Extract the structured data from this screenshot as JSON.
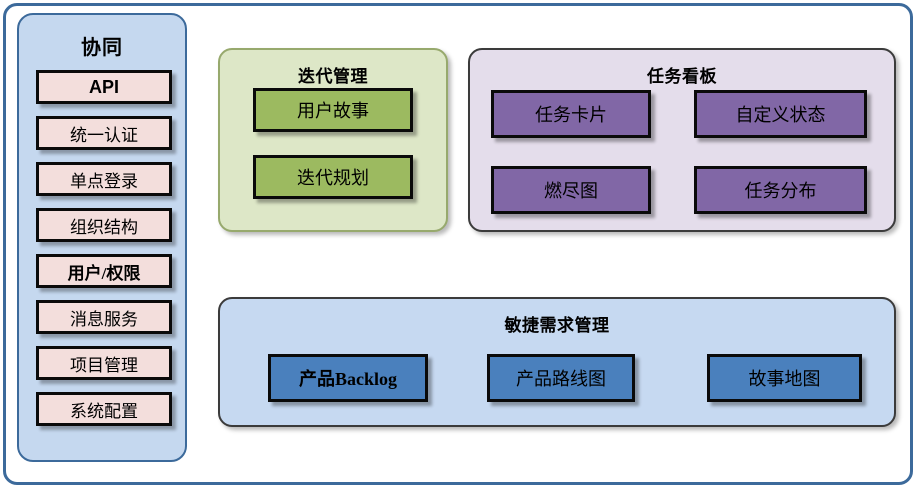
{
  "diagram": {
    "sidebar": {
      "title": "协同",
      "items": [
        {
          "label": "API",
          "style": "api"
        },
        {
          "label": "统一认证",
          "style": "serif"
        },
        {
          "label": "单点登录",
          "style": "serif"
        },
        {
          "label": "组织结构",
          "style": "serif"
        },
        {
          "label": "用户/权限",
          "style": "mixed"
        },
        {
          "label": "消息服务",
          "style": "serif"
        },
        {
          "label": "项目管理",
          "style": "serif"
        },
        {
          "label": "系统配置",
          "style": "serif"
        }
      ]
    },
    "panels": [
      {
        "id": "iteration-management",
        "title": "迭代管理",
        "fill": "#dde7c7",
        "border": "#97a96d",
        "box_fill": "#9cba60",
        "boxes": [
          {
            "label": "用户故事"
          },
          {
            "label": "迭代规划"
          }
        ]
      },
      {
        "id": "task-board",
        "title": "任务看板",
        "fill": "#e4ddeb",
        "border": "#3b3b3b",
        "box_fill": "#8167a6",
        "boxes": [
          {
            "label": "任务卡片"
          },
          {
            "label": "自定义状态"
          },
          {
            "label": "燃尽图"
          },
          {
            "label": "任务分布"
          }
        ]
      },
      {
        "id": "agile-requirements",
        "title": "敏捷需求管理",
        "fill": "#c6d9f1",
        "border": "#3b3b3b",
        "box_fill": "#4a80bd",
        "boxes": [
          {
            "label": "产品Backlog"
          },
          {
            "label": "产品路线图"
          },
          {
            "label": "故事地图"
          }
        ]
      }
    ],
    "colors": {
      "frame_border": "#3c6a9b",
      "sidebar_fill": "#c5d8ef",
      "sidebar_item_fill": "#f3dedc",
      "box_border": "#0a0a0a"
    }
  }
}
